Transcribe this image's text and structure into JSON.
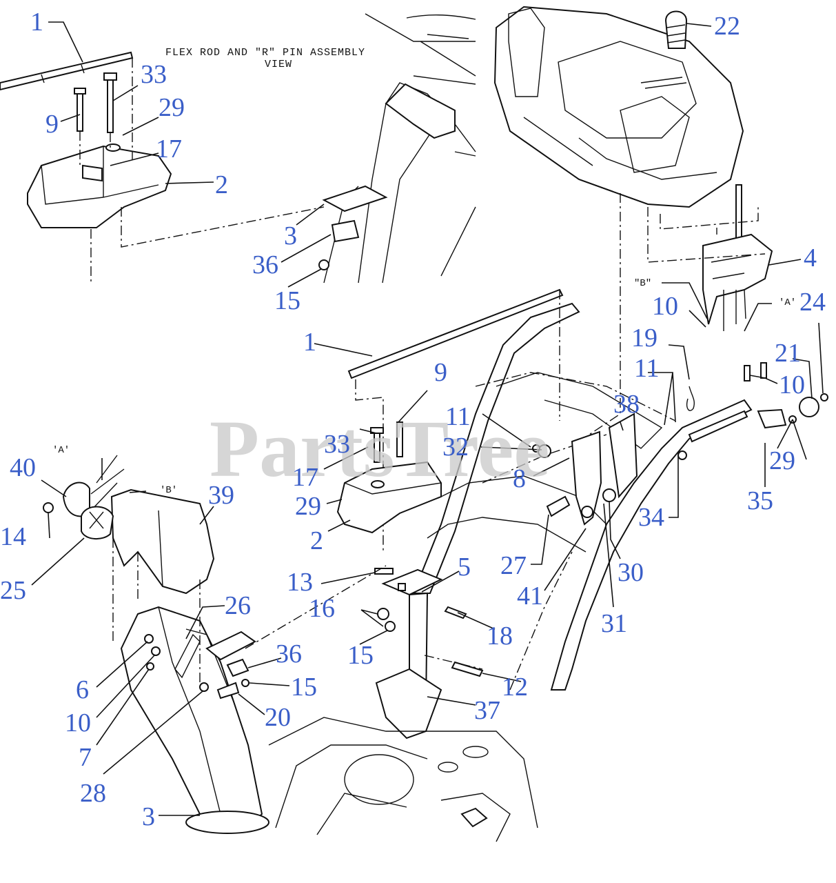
{
  "caption": {
    "line1": "FLEX ROD AND \"R\" PIN ASSEMBLY",
    "line2": "VIEW"
  },
  "watermark": "PartsTree",
  "quote_labels": {
    "a": "'A'",
    "b": "\"B\"",
    "a2": "'A'",
    "b2": "'B'"
  },
  "callouts": [
    "1",
    "33",
    "9",
    "29",
    "17",
    "2",
    "3",
    "36",
    "15",
    "22",
    "4",
    "10",
    "24",
    "21",
    "19",
    "11",
    "10b",
    "38",
    "29b",
    "35",
    "34",
    "1b",
    "9b",
    "11b",
    "33b",
    "32",
    "17b",
    "8",
    "29c",
    "2b",
    "27",
    "30",
    "41",
    "31",
    "5",
    "13",
    "16",
    "18",
    "15b",
    "12",
    "37",
    "40",
    "39",
    "14",
    "25",
    "26",
    "36b",
    "15c",
    "6",
    "10c",
    "7",
    "20",
    "28",
    "3b"
  ],
  "labels": {
    "c1": "1",
    "c33": "33",
    "c9": "9",
    "c29": "29",
    "c17": "17",
    "c2": "2",
    "c3": "3",
    "c36": "36",
    "c15": "15",
    "c22": "22",
    "c4": "4",
    "c10": "10",
    "c24": "24",
    "c21": "21",
    "c19": "19",
    "c11": "11",
    "c10b": "10",
    "c38": "38",
    "c29b": "29",
    "c35": "35",
    "c34": "34",
    "c1b": "1",
    "c9b": "9",
    "c11b": "11",
    "c33b": "33",
    "c32": "32",
    "c17b": "17",
    "c8": "8",
    "c29c": "29",
    "c2b": "2",
    "c27": "27",
    "c30": "30",
    "c41": "41",
    "c31": "31",
    "c5": "5",
    "c13": "13",
    "c16": "16",
    "c18": "18",
    "c15b": "15",
    "c12": "12",
    "c37": "37",
    "c40": "40",
    "c39": "39",
    "c14": "14",
    "c25": "25",
    "c26": "26",
    "c36b": "36",
    "c15c": "15",
    "c6": "6",
    "c10c": "10",
    "c7": "7",
    "c20": "20",
    "c28": "28",
    "c3b": "3"
  },
  "colors": {
    "callout": "#3a5ec8",
    "line": "#111111",
    "watermark": "#c9c9c9"
  }
}
